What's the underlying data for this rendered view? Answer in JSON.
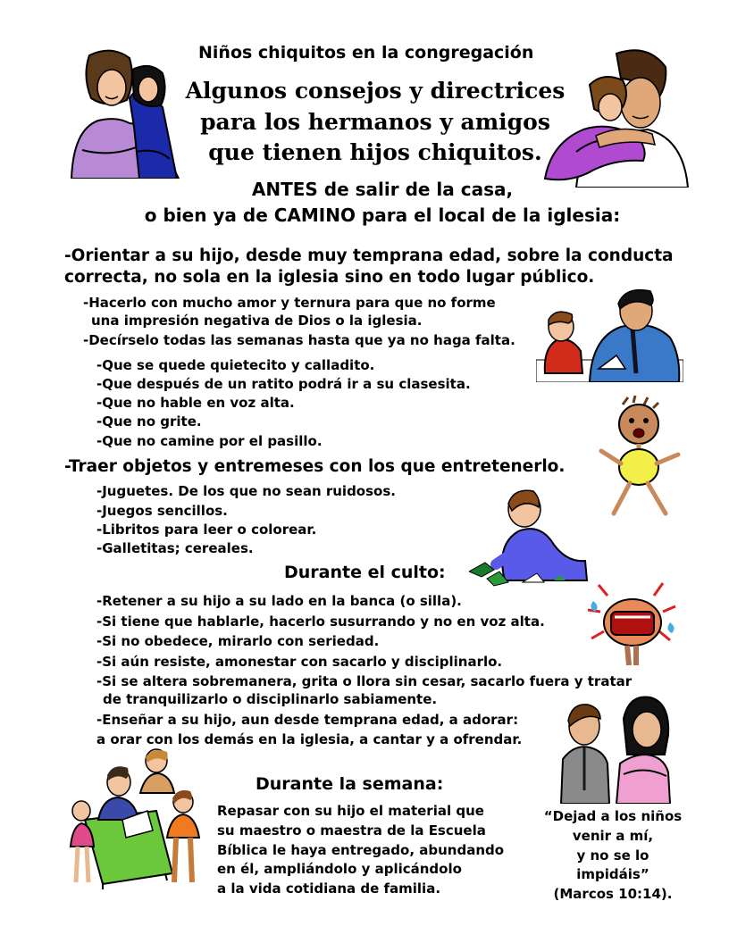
{
  "header": {
    "subtitle": "Niños chiquitos en la congregación",
    "title": [
      "Algunos consejos y directrices",
      "para los hermanos y amigos",
      "que tienen hijos chiquitos."
    ]
  },
  "antes": {
    "heading": [
      "ANTES de salir de la casa,",
      "o bien ya de CAMINO para el local de la iglesia:"
    ],
    "orientar": [
      "-Orientar a su hijo, desde muy temprana edad, sobre la conducta",
      "correcta, no sola en la iglesia sino en todo lugar público."
    ],
    "hacerlo": [
      "-Hacerlo con mucho amor y ternura para que no forme",
      "una impresión negativa de Dios o la iglesia."
    ],
    "decirselo": "-Decírselo todas las semanas hasta que ya no haga falta.",
    "rules": [
      "-Que se quede quietecito y calladito.",
      "-Que después de un ratito podrá ir a su clasesita.",
      "-Que no hable en voz alta.",
      "-Que no grite.",
      "-Que no camine por el pasillo."
    ],
    "traer": "-Traer objetos y entremeses con los que entretenerlo.",
    "items": [
      "-Juguetes. De los que no sean ruidosos.",
      "-Juegos sencillos.",
      "-Libritos para leer o colorear.",
      "-Galletitas; cereales."
    ]
  },
  "durante_culto": {
    "heading": "Durante el culto:",
    "lines": [
      "-Retener a su hijo a su lado en la banca (o silla).",
      "-Si tiene que hablarle, hacerlo susurrando y no en voz alta.",
      "-Si no obedece, mirarlo con seriedad.",
      "-Si aún resiste, amonestar con sacarlo y disciplinarlo.",
      "-Si se altera sobremanera, grita o llora sin cesar, sacarlo fuera y tratar",
      "de tranquilizarlo o disciplinarlo sabiamente.",
      "-Enseñar a su hijo, aun desde temprana edad, a adorar:",
      "a orar con los  demás en la iglesia, a cantar y a ofrendar."
    ]
  },
  "durante_semana": {
    "heading": "Durante la semana:",
    "text": "Repasar con su hijo el material que\nsu maestro o maestra de la Escuela\nBíblica le haya entregado, abundando\nen él, ampliándolo y aplicándolo\na la vida cotidiana de familia."
  },
  "quote": {
    "text": "“Dejad a los niños\nvenir a mí,\ny no se lo\nimpidáis”\n(Marcos 10:14)."
  }
}
